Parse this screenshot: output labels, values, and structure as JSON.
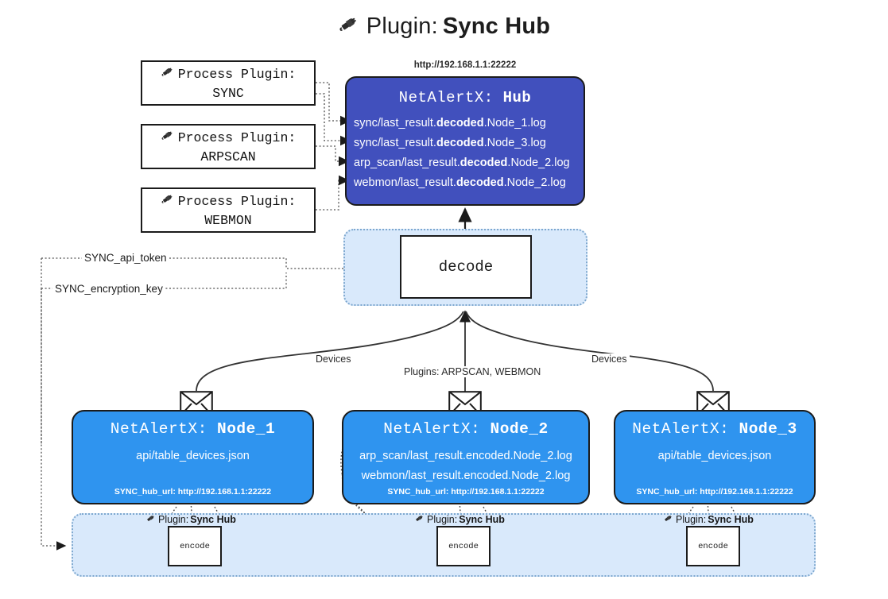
{
  "title": {
    "icon": "plug-icon",
    "prefix": "Plugin: ",
    "name": "Sync Hub"
  },
  "hub": {
    "url": "http://192.168.1.1:22222",
    "label_prefix": "NetAlertX: ",
    "label_name": "Hub",
    "lines": [
      {
        "pre": "sync/last_result.",
        "em": "decoded",
        "post": ".Node_1.log"
      },
      {
        "pre": "sync/last_result.",
        "em": "decoded",
        "post": ".Node_3.log"
      },
      {
        "pre": "arp_scan/last_result.",
        "em": "decoded",
        "post": ".Node_2.log"
      },
      {
        "pre": "webmon/last_result.",
        "em": "decoded",
        "post": ".Node_2.log"
      }
    ]
  },
  "process_plugins": [
    {
      "icon": "plug-icon",
      "title": "Process Plugin:",
      "name": "SYNC"
    },
    {
      "icon": "plug-icon",
      "title": "Process Plugin:",
      "name": "ARPSCAN"
    },
    {
      "icon": "plug-icon",
      "title": "Process Plugin:",
      "name": "WEBMON"
    }
  ],
  "decode": {
    "label": "decode"
  },
  "keys": [
    {
      "label": "SYNC_api_token"
    },
    {
      "label": "SYNC_encryption_key"
    }
  ],
  "edge_labels": {
    "devices_left": "Devices",
    "devices_right": "Devices",
    "plugins": "Plugins: ARPSCAN, WEBMON"
  },
  "nodes": [
    {
      "label_prefix": "NetAlertX: ",
      "label_name": "Node_1",
      "lines": [
        {
          "pre": "api/table_devices.json",
          "em": "",
          "post": ""
        }
      ],
      "footer": "SYNC_hub_url: http://192.168.1.1:22222"
    },
    {
      "label_prefix": "NetAlertX: ",
      "label_name": "Node_2",
      "lines": [
        {
          "pre": "arp_scan/last_result.encoded.Node_2.log",
          "em": "",
          "post": ""
        },
        {
          "pre": "webmon/last_result.encoded.Node_2.log",
          "em": "",
          "post": ""
        }
      ],
      "footer": "SYNC_hub_url: http://192.168.1.1:22222"
    },
    {
      "label_prefix": "NetAlertX: ",
      "label_name": "Node_3",
      "lines": [
        {
          "pre": "api/table_devices.json",
          "em": "",
          "post": ""
        }
      ],
      "footer": "SYNC_hub_url: http://192.168.1.1:22222"
    }
  ],
  "band": {
    "items": [
      {
        "icon": "plug-icon",
        "prefix": "Plugin: ",
        "name": "Sync Hub",
        "box": "encode"
      },
      {
        "icon": "plug-icon",
        "prefix": "Plugin: ",
        "name": "Sync Hub",
        "box": "encode"
      },
      {
        "icon": "plug-icon",
        "prefix": "Plugin: ",
        "name": "Sync Hub",
        "box": "encode"
      }
    ]
  },
  "colors": {
    "hub_fill": "#4150bd",
    "node_fill": "#2f94ef",
    "container_fill": "#d9e9fb",
    "container_stroke": "#7ea8cf",
    "stroke": "#1b1b1b",
    "background": "#ffffff"
  }
}
